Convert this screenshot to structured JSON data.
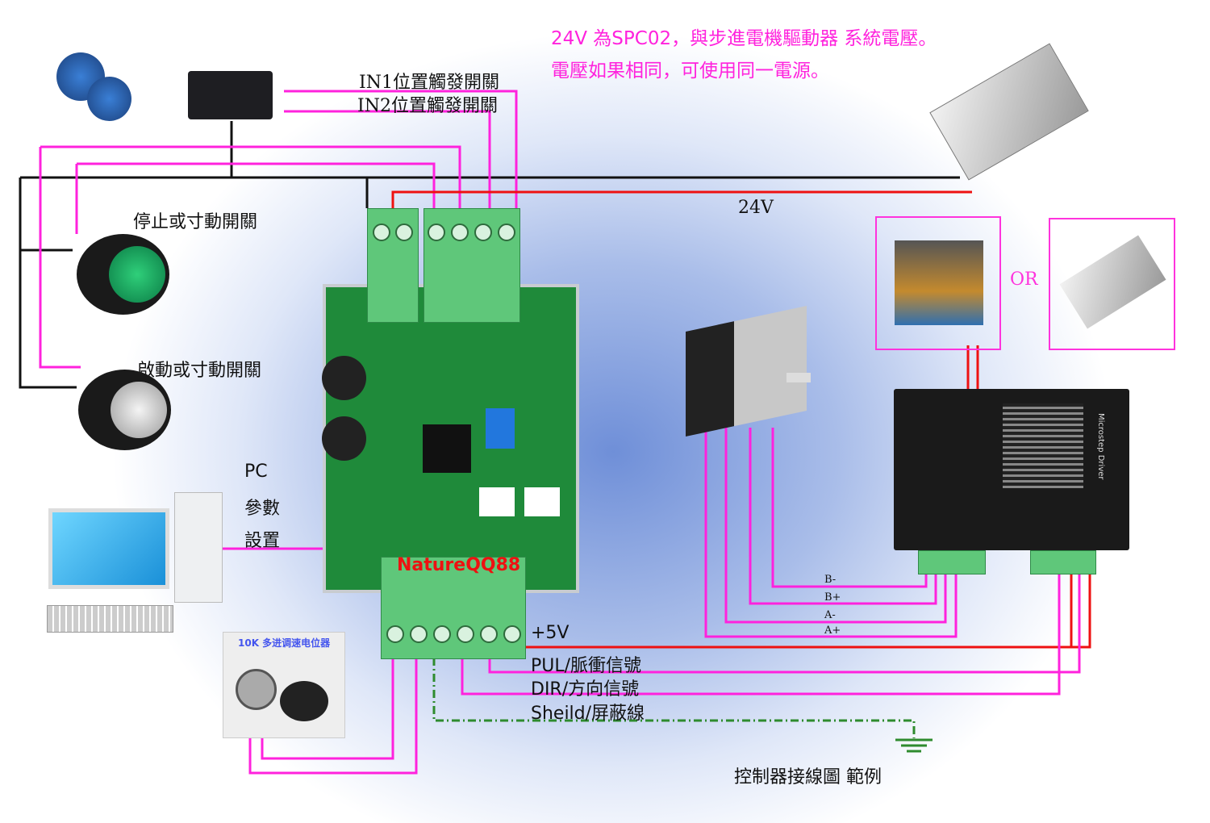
{
  "note": {
    "line1": "24V 為SPC02，與步進電機驅動器 系統電壓。",
    "line2": "電壓如果相同，可使用同一電源。"
  },
  "labels": {
    "in1": "IN1位置觸發開關",
    "in2": "IN2位置觸發開關",
    "stop_switch": "停止或寸動開關",
    "start_switch": "啟動或寸動開關",
    "pc": "PC",
    "params": "參數",
    "setup": "設置",
    "v24": "24V",
    "or": "OR",
    "board_brand": "NatureQQ88",
    "plus5v": "+5V",
    "pul": "PUL/脈衝信號",
    "dir": "DIR/方向信號",
    "shield": "Sheild/屏蔽線",
    "caption": "控制器接線圖 範例",
    "b_minus": "B-",
    "b_plus": "B+",
    "a_minus": "A-",
    "a_plus": "A+",
    "driver_name": "Microstep Driver",
    "potentiometer": "10K 多进调速电位器"
  },
  "colors": {
    "signal_wire": "#ff22dd",
    "power_wire": "#ee1111",
    "common_wire": "#111111",
    "shield_wire": "#2e8b2e",
    "board": "#1f8a3a",
    "terminal": "#5fc77a"
  }
}
